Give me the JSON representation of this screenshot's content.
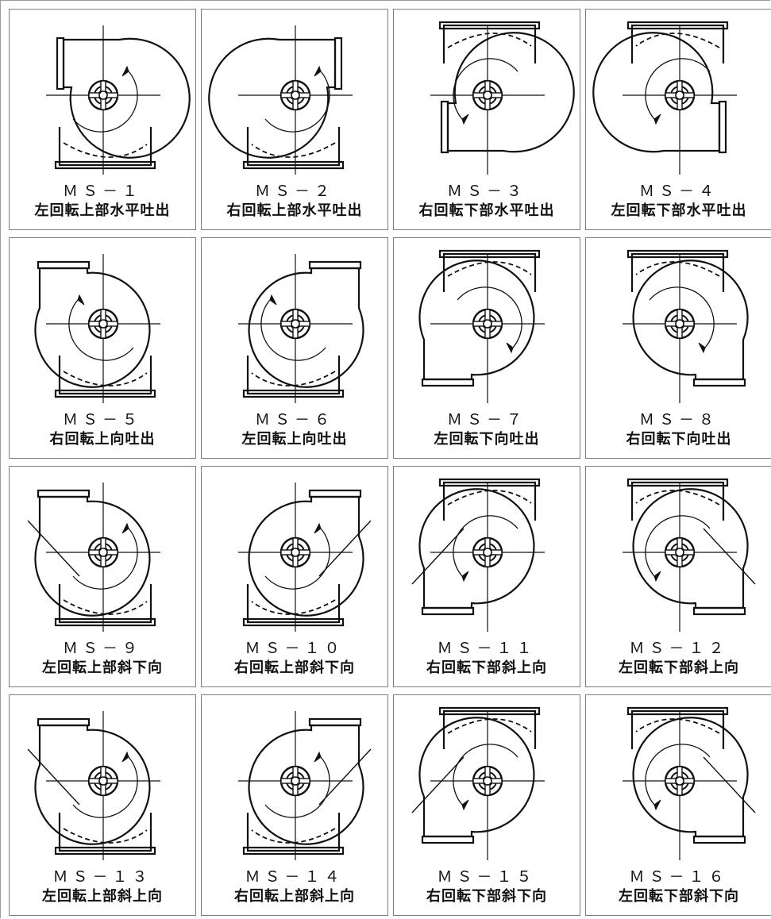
{
  "icons": {
    "fan": "centrifugal-fan-icon"
  },
  "cells": [
    {
      "code": "ＭＳ－１",
      "desc": "左回転上部水平吐出",
      "outlet": "horizontal-left",
      "rotation": "ccw"
    },
    {
      "code": "ＭＳ－２",
      "desc": "右回転上部水平吐出",
      "outlet": "horizontal-right",
      "rotation": "cw"
    },
    {
      "code": "ＭＳ－３",
      "desc": "右回転下部水平吐出",
      "outlet": "horizontal-bottom-left",
      "rotation": "cw"
    },
    {
      "code": "ＭＳ－４",
      "desc": "左回転下部水平吐出",
      "outlet": "horizontal-bottom-right",
      "rotation": "ccw"
    },
    {
      "code": "ＭＳ－５",
      "desc": "右回転上向吐出",
      "outlet": "up-left",
      "rotation": "cw"
    },
    {
      "code": "ＭＳ－６",
      "desc": "左回転上向吐出",
      "outlet": "up-right",
      "rotation": "ccw"
    },
    {
      "code": "ＭＳ－７",
      "desc": "左回転下向吐出",
      "outlet": "down-left",
      "rotation": "ccw"
    },
    {
      "code": "ＭＳ－８",
      "desc": "右回転下向吐出",
      "outlet": "down-right",
      "rotation": "cw"
    },
    {
      "code": "ＭＳ－９",
      "desc": "左回転上部斜下向",
      "outlet": "diag-down-left",
      "rotation": "ccw"
    },
    {
      "code": "ＭＳ－１０",
      "desc": "右回転上部斜下向",
      "outlet": "diag-down-right",
      "rotation": "cw"
    },
    {
      "code": "ＭＳ－１１",
      "desc": "右回転下部斜上向",
      "outlet": "diag-up-left",
      "rotation": "cw"
    },
    {
      "code": "ＭＳ－１２",
      "desc": "左回転下部斜上向",
      "outlet": "diag-up-right",
      "rotation": "ccw"
    },
    {
      "code": "ＭＳ－１３",
      "desc": "左回転上部斜上向",
      "outlet": "diag-top-left",
      "rotation": "ccw"
    },
    {
      "code": "ＭＳ－１４",
      "desc": "右回転上部斜上向",
      "outlet": "diag-top-right",
      "rotation": "cw"
    },
    {
      "code": "ＭＳ－１５",
      "desc": "右回転下部斜下向",
      "outlet": "diag-bottom-left",
      "rotation": "cw"
    },
    {
      "code": "ＭＳ－１６",
      "desc": "左回転下部斜下向",
      "outlet": "diag-bottom-right",
      "rotation": "ccw"
    }
  ]
}
